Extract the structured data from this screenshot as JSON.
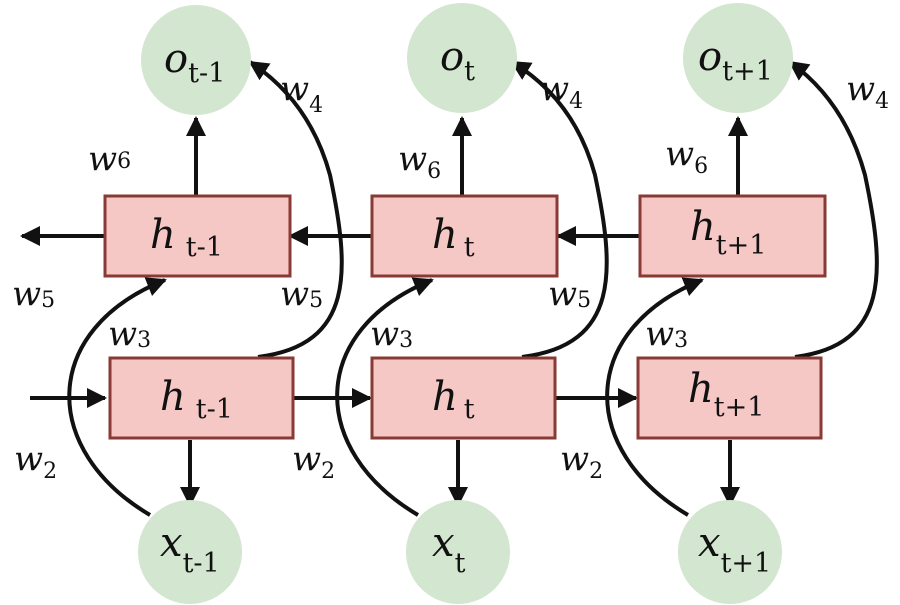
{
  "outputs": [
    {
      "symbol": "o",
      "sub": "t-1"
    },
    {
      "symbol": "o",
      "sub": "t"
    },
    {
      "symbol": "o",
      "sub": "t+1"
    }
  ],
  "backward_states": [
    {
      "symbol": "h",
      "sub": "t-1"
    },
    {
      "symbol": "h",
      "sub": "t"
    },
    {
      "symbol": "h",
      "sub": "t+1"
    }
  ],
  "forward_states": [
    {
      "symbol": "h",
      "sub": "t-1"
    },
    {
      "symbol": "h",
      "sub": "t"
    },
    {
      "symbol": "h",
      "sub": "t+1"
    }
  ],
  "inputs": [
    {
      "symbol": "x",
      "sub": "t-1"
    },
    {
      "symbol": "x",
      "sub": "t"
    },
    {
      "symbol": "x",
      "sub": "t+1"
    }
  ],
  "weights": {
    "w2": {
      "symbol": "w",
      "sub": "2"
    },
    "w3": {
      "symbol": "w",
      "sub": "3"
    },
    "w4": {
      "symbol": "w",
      "sub": "4"
    },
    "w5": {
      "symbol": "w",
      "sub": "5"
    },
    "w6": {
      "symbol": "w",
      "sub": "6"
    }
  },
  "colors": {
    "node_fill": "#d3e6cf",
    "box_fill": "#f5c8c6",
    "box_stroke": "#8a3a34",
    "edge": "#111111"
  }
}
